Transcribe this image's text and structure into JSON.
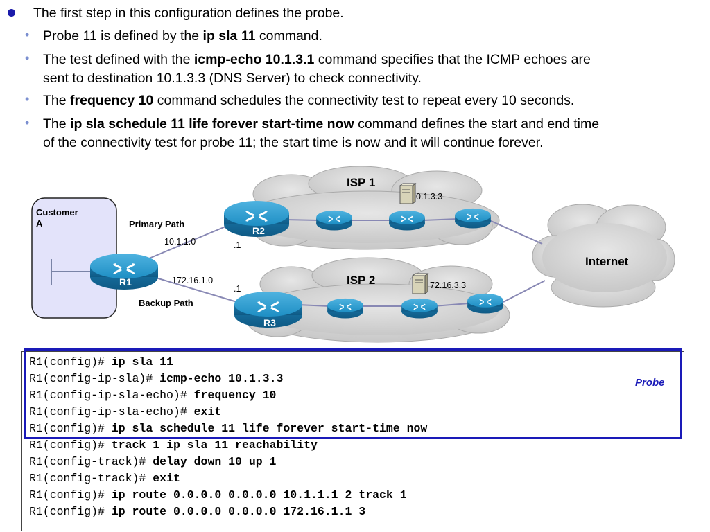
{
  "bullets": {
    "main": "The first step in this configuration defines the probe.",
    "sub1": {
      "pre": "Probe 11 is defined by the ",
      "bold": "ip sla 11",
      "post": " command."
    },
    "sub2": {
      "pre": "The test defined with the ",
      "bold": "icmp-echo 10.1.3.1",
      "post": " command specifies that the ICMP echoes are",
      "line2": "sent to destination 10.1.3.3 (DNS Server) to check connectivity."
    },
    "sub3": {
      "pre": "The ",
      "bold": "frequency 10",
      "post": " command schedules the connectivity test to repeat every 10 seconds."
    },
    "sub4": {
      "pre": "The ",
      "bold": "ip sla schedule 11 life forever start-time now",
      "post": " command defines the start and end time",
      "line2": "of the connectivity test for probe 11; the start time is now and it will continue forever."
    }
  },
  "diagram": {
    "customer": {
      "line1": "Customer",
      "line2": "A"
    },
    "primary_path": "Primary Path",
    "backup_path": "Backup Path",
    "net_primary": "10.1.1.0",
    "net_backup": "172.16.1.0",
    "if_r2": ".1",
    "if_r3": ".1",
    "isp1": "ISP 1",
    "isp2": "ISP 2",
    "internet": "Internet",
    "server1_ip": "0.1.3.3",
    "server2_ip": "72.16.3.3",
    "r1": "R1",
    "r2": "R2",
    "r3": "R3"
  },
  "code": [
    {
      "prompt": "R1(config)# ",
      "cmd": "ip sla 11"
    },
    {
      "prompt": "R1(config-ip-sla)# ",
      "cmd": "icmp-echo 10.1.3.3"
    },
    {
      "prompt": "R1(config-ip-sla-echo)# ",
      "cmd": "frequency 10"
    },
    {
      "prompt": "R1(config-ip-sla-echo)# ",
      "cmd": "exit"
    },
    {
      "prompt": "R1(config)# ",
      "cmd": "ip sla schedule 11 life forever start-time now"
    },
    {
      "prompt": "R1(config)# ",
      "cmd": "track 1 ip sla 11 reachability"
    },
    {
      "prompt": "R1(config-track)# ",
      "cmd": "delay down 10 up 1"
    },
    {
      "prompt": "R1(config-track)# ",
      "cmd": "exit"
    },
    {
      "prompt": "R1(config)# ",
      "cmd": "ip route 0.0.0.0 0.0.0.0 10.1.1.1 2 track 1"
    },
    {
      "prompt": "R1(config)# ",
      "cmd": "ip route 0.0.0.0 0.0.0.0 172.16.1.1 3"
    }
  ],
  "probe_label": "Probe",
  "colors": {
    "bullet": "#1b1baa",
    "sub_bullet": "#7b8fd0",
    "router": "#1e8fc4",
    "probe_box": "#1a1ab8",
    "cloud": "#d2d2d2"
  }
}
